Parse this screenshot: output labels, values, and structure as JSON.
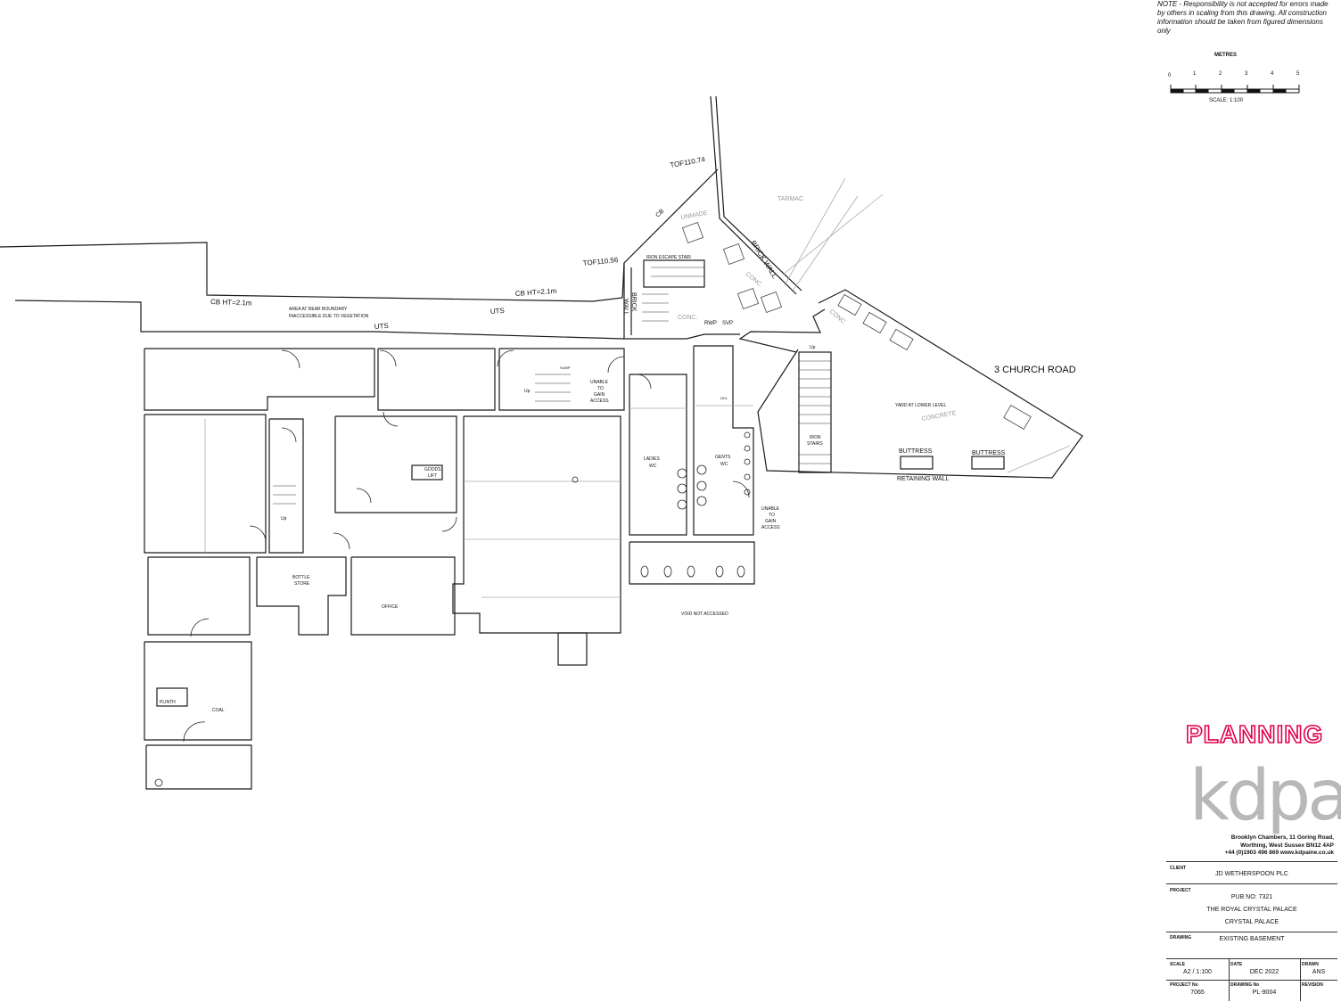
{
  "note": "NOTE - Responsibility is not accepted for errors made by others in scaling from this drawing.  All construction information should be taken from figured dimensions only",
  "scale_bar": {
    "title": "METRES",
    "ticks": [
      "0",
      "1",
      "2",
      "3",
      "4",
      "5"
    ],
    "caption": "SCALE: 1:100"
  },
  "labels": {
    "church_road": "3 CHURCH ROAD",
    "tof_1": "TOF110.74",
    "tof_2": "TOF110.56",
    "cb": "CB",
    "cb_ht_1": "CB HT=2.1m",
    "cb_ht_2": "CB HT=2.1m",
    "uts_1": "UTS",
    "uts_2": "UTS",
    "area_1": "AREA AT REAR BOUNDARY",
    "area_2": "INACCESSIBLE DUE TO VEGETATION",
    "unmade": "UNMADE",
    "tarmac": "TARMAC",
    "brick_wall": "BRICK WALL",
    "brick": "BRICK",
    "wall": "WALL",
    "iron_escape": "IRON ESCAPE STAIR",
    "conc_1": "CONC.",
    "conc_2": "CONC.",
    "conc_3": "CONC.",
    "rwp": "RWP",
    "svp": "SVP",
    "up_1": "Up",
    "up_2": "Up",
    "up_3": "Up",
    "unable_1": "UNABLE",
    "to_1": "TO",
    "gain_1": "GAIN",
    "access_1": "ACCESS",
    "unable_2": "UNABLE",
    "to_2": "TO",
    "gain_2": "GAIN",
    "access_2": "ACCESS",
    "ladies": "LADIES",
    "gents": "GENTS",
    "wc_1": "WC",
    "wc_2": "WC",
    "goods": "GOODS",
    "lift": "LIFT",
    "bottle": "BOTTLE",
    "store": "STORE",
    "office": "OFFICE",
    "plinth": "PLINTH",
    "coal": "COAL",
    "void": "VOID NOT ACCESSED",
    "yard": "YARD AT LOWER LEVEL",
    "concrete": "CONCRETE",
    "iron": "IRON",
    "stairs": "STAIRS",
    "buttress_1": "BUTTRESS",
    "buttress_2": "BUTTRESS",
    "retaining": "RETAINING WALL",
    "wall_code": "DDL",
    "sump": "SUMP"
  },
  "brand": {
    "stamp": "PLANNING",
    "logo": "kdpa",
    "address_1": "Brooklyn Chambers, 11 Goring Road,",
    "address_2": "Worthing, West Sussex BN12 4AP",
    "address_3": "+44 (0)1903 496 869    www.kdpaine.co.uk",
    "stamp_color": "#e0004d",
    "logo_color": "#b8b8b8"
  },
  "title_block": {
    "client_label": "CLIENT",
    "client": "JD WETHERSPOON PLC",
    "project_label": "PROJECT",
    "project_1": "PUB NO: 7321",
    "project_2": "THE ROYAL CRYSTAL PALACE",
    "project_3": "CRYSTAL PALACE",
    "drawing_label": "DRAWING",
    "drawing": "EXISTING BASEMENT",
    "scale_label": "SCALE",
    "scale": "A2 / 1:100",
    "date_label": "DATE",
    "date": "DEC 2022",
    "drawn_label": "DRAWN",
    "drawn": "ANS",
    "project_no_label": "PROJECT No",
    "project_no": "7065",
    "drawing_no_label": "DRAWING No",
    "drawing_no": "PL-9004",
    "rev_label": "REVISION",
    "rev": ""
  }
}
